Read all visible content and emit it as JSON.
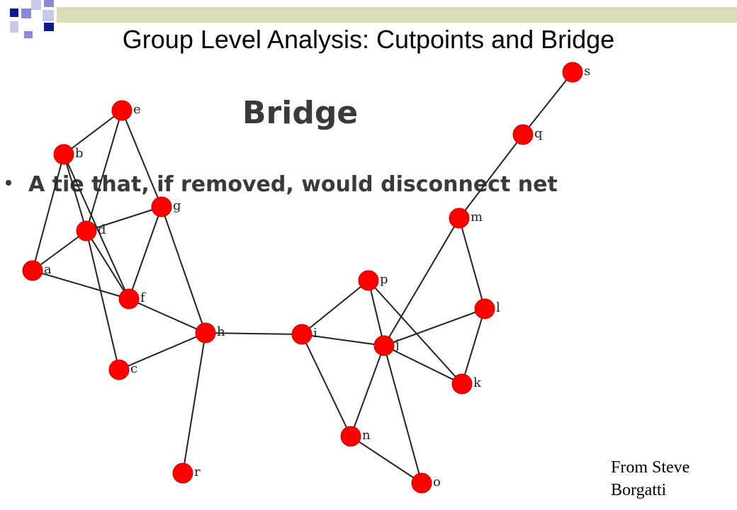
{
  "title": "Group Level Analysis: Cutpoints and Bridge",
  "slide_heading": "Bridge",
  "bullet_text": "A tie that, if removed, would disconnect net",
  "credit": {
    "line1": "From Steve",
    "line2": "Borgatti"
  },
  "colors": {
    "node_fill": "#ff0000",
    "edge": "#222222",
    "logo_dark": "#0d1a8c",
    "logo_mid": "#8a8ad6",
    "logo_light": "#c8c8ea",
    "logo_bar": "#dcdcb4"
  },
  "nodes": [
    "a",
    "b",
    "c",
    "d",
    "e",
    "f",
    "g",
    "h",
    "i",
    "j",
    "k",
    "l",
    "m",
    "n",
    "o",
    "p",
    "q",
    "r",
    "s"
  ],
  "edges": [
    [
      "a",
      "b"
    ],
    [
      "a",
      "d"
    ],
    [
      "a",
      "f"
    ],
    [
      "b",
      "e"
    ],
    [
      "b",
      "d"
    ],
    [
      "b",
      "f"
    ],
    [
      "e",
      "d"
    ],
    [
      "e",
      "g"
    ],
    [
      "d",
      "g"
    ],
    [
      "d",
      "f"
    ],
    [
      "d",
      "c"
    ],
    [
      "g",
      "f"
    ],
    [
      "g",
      "h"
    ],
    [
      "f",
      "h"
    ],
    [
      "c",
      "h"
    ],
    [
      "h",
      "r"
    ],
    [
      "h",
      "i"
    ],
    [
      "i",
      "p"
    ],
    [
      "i",
      "j"
    ],
    [
      "i",
      "n"
    ],
    [
      "p",
      "j"
    ],
    [
      "p",
      "k"
    ],
    [
      "j",
      "l"
    ],
    [
      "j",
      "k"
    ],
    [
      "j",
      "m"
    ],
    [
      "j",
      "n"
    ],
    [
      "j",
      "o"
    ],
    [
      "l",
      "k"
    ],
    [
      "m",
      "l"
    ],
    [
      "m",
      "q"
    ],
    [
      "q",
      "s"
    ],
    [
      "n",
      "o"
    ]
  ]
}
